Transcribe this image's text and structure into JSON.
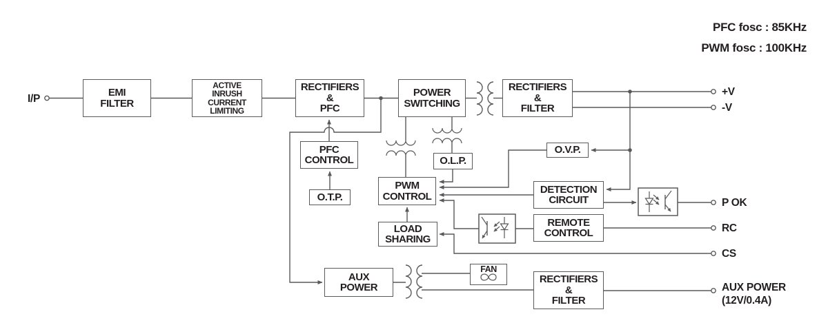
{
  "colors": {
    "background": "#ffffff",
    "line": "#58595b",
    "text": "#231f20"
  },
  "annotations": {
    "pfc_fosc": "PFC fosc : 85KHz",
    "pwm_fosc": "PWM fosc : 100KHz"
  },
  "blocks": {
    "emi_filter": "EMI\nFILTER",
    "inrush": "ACTIVE\nINRUSH\nCURRENT\nLIMITING",
    "rectifiers_pfc": "RECTIFIERS\n&\nPFC",
    "power_switching": "POWER\nSWITCHING",
    "rectifiers_filter": "RECTIFIERS\n&\nFILTER",
    "pfc_control": "PFC\nCONTROL",
    "otp": "O.T.P.",
    "pwm_control": "PWM\nCONTROL",
    "olp": "O.L.P.",
    "ovp": "O.V.P.",
    "detection_circuit": "DETECTION\nCIRCUIT",
    "remote_control": "REMOTE\nCONTROL",
    "load_sharing": "LOAD\nSHARING",
    "aux_power": "AUX\nPOWER",
    "fan": "FAN",
    "rectifiers_filter_aux": "RECTIFIERS\n&\nFILTER"
  },
  "terminals": {
    "input": "I/P",
    "v_plus": "+V",
    "v_minus": "-V",
    "p_ok": "P OK",
    "rc": "RC",
    "cs": "CS",
    "aux_power_label": "AUX POWER\n(12V/0.4A)"
  },
  "icons": {
    "transformer": "transformer-coil-icon",
    "current_transformer": "current-transformer-coil-icon",
    "optocoupler": "optocoupler-icon",
    "fan": "fan-blade-icon",
    "terminal": "terminal-circle-icon",
    "junction": "junction-dot-icon",
    "arrowhead": "arrowhead-icon",
    "line_hop": "line-hop-icon"
  }
}
